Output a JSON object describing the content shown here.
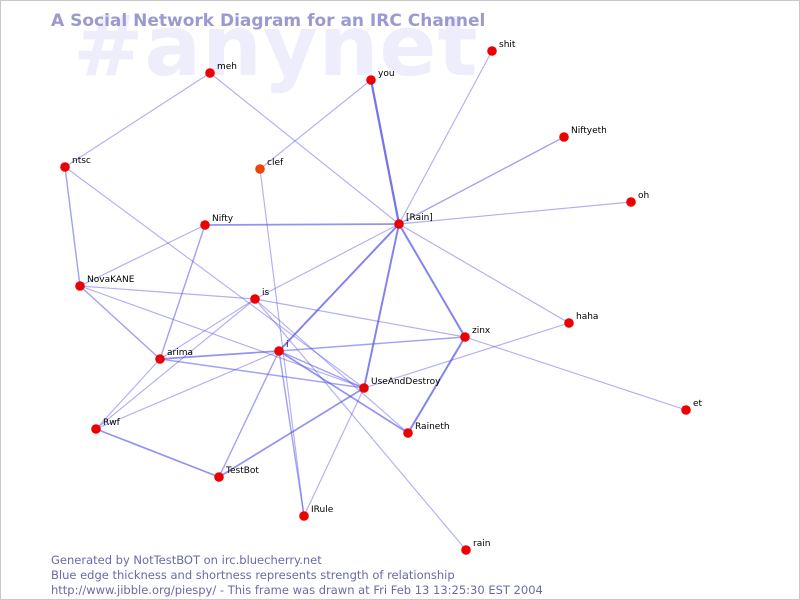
{
  "watermark": "#anynet",
  "title": "A Social Network Diagram for an IRC Channel",
  "footer": {
    "line1": "Generated by NotTestBOT on irc.bluecherry.net",
    "line2": "Blue edge thickness and shortness represents strength of relationship",
    "line3": "http://www.jibble.org/piespy/ - This frame was drawn at Fri Feb 13 13:25:30 EST 2004"
  },
  "colors": {
    "node": "#ee0000",
    "node_weak": "#ee4400",
    "edge": "#5050e8",
    "watermark": "#ededfb",
    "title": "#9a9ad2",
    "footer": "#6a6aa8"
  },
  "graph": {
    "nodes": [
      {
        "id": "meh",
        "label": "meh"
      },
      {
        "id": "you",
        "label": "you"
      },
      {
        "id": "shit",
        "label": "shit"
      },
      {
        "id": "ntsc",
        "label": "ntsc"
      },
      {
        "id": "clef",
        "label": "clef"
      },
      {
        "id": "Niftyeth",
        "label": "Niftyeth"
      },
      {
        "id": "oh",
        "label": "oh"
      },
      {
        "id": "Nifty",
        "label": "Nifty"
      },
      {
        "id": "Rainj",
        "label": "[Rain]"
      },
      {
        "id": "NovaKANE",
        "label": "NovaKANE"
      },
      {
        "id": "is",
        "label": "is"
      },
      {
        "id": "haha",
        "label": "haha"
      },
      {
        "id": "zinx",
        "label": "zinx"
      },
      {
        "id": "i",
        "label": "i"
      },
      {
        "id": "arima",
        "label": "arima"
      },
      {
        "id": "UseAndDestroy",
        "label": "UseAndDestroy"
      },
      {
        "id": "et",
        "label": "et"
      },
      {
        "id": "Rwf",
        "label": "Rwf"
      },
      {
        "id": "Raineth",
        "label": "Raineth"
      },
      {
        "id": "TestBot",
        "label": "TestBot"
      },
      {
        "id": "IRule",
        "label": "IRule"
      },
      {
        "id": "rain",
        "label": "rain"
      }
    ],
    "edges": [
      {
        "a": "meh",
        "b": "ntsc",
        "w": 1
      },
      {
        "a": "meh",
        "b": "Rainj",
        "w": 1
      },
      {
        "a": "you",
        "b": "Rainj",
        "w": 3
      },
      {
        "a": "you",
        "b": "clef",
        "w": 1
      },
      {
        "a": "shit",
        "b": "Rainj",
        "w": 1
      },
      {
        "a": "Niftyeth",
        "b": "Rainj",
        "w": 1.5
      },
      {
        "a": "oh",
        "b": "Rainj",
        "w": 1
      },
      {
        "a": "Nifty",
        "b": "Rainj",
        "w": 2
      },
      {
        "a": "Nifty",
        "b": "NovaKANE",
        "w": 1
      },
      {
        "a": "Nifty",
        "b": "arima",
        "w": 1.5
      },
      {
        "a": "ntsc",
        "b": "NovaKANE",
        "w": 1.5
      },
      {
        "a": "ntsc",
        "b": "UseAndDestroy",
        "w": 1
      },
      {
        "a": "clef",
        "b": "IRule",
        "w": 1
      },
      {
        "a": "Rainj",
        "b": "i",
        "w": 2.5
      },
      {
        "a": "Rainj",
        "b": "UseAndDestroy",
        "w": 2.5
      },
      {
        "a": "Rainj",
        "b": "zinx",
        "w": 2.5
      },
      {
        "a": "Rainj",
        "b": "haha",
        "w": 1
      },
      {
        "a": "Rainj",
        "b": "is",
        "w": 1
      },
      {
        "a": "NovaKANE",
        "b": "is",
        "w": 1
      },
      {
        "a": "NovaKANE",
        "b": "arima",
        "w": 1.5
      },
      {
        "a": "NovaKANE",
        "b": "UseAndDestroy",
        "w": 1
      },
      {
        "a": "is",
        "b": "arima",
        "w": 1
      },
      {
        "a": "is",
        "b": "Rwf",
        "w": 1
      },
      {
        "a": "is",
        "b": "zinx",
        "w": 1
      },
      {
        "a": "is",
        "b": "Raineth",
        "w": 1
      },
      {
        "a": "is",
        "b": "rain",
        "w": 1
      },
      {
        "a": "i",
        "b": "arima",
        "w": 2
      },
      {
        "a": "i",
        "b": "zinx",
        "w": 1.5
      },
      {
        "a": "i",
        "b": "UseAndDestroy",
        "w": 1.5
      },
      {
        "a": "i",
        "b": "Raineth",
        "w": 2
      },
      {
        "a": "i",
        "b": "TestBot",
        "w": 1.5
      },
      {
        "a": "i",
        "b": "IRule",
        "w": 1.5
      },
      {
        "a": "i",
        "b": "Rwf",
        "w": 1
      },
      {
        "a": "arima",
        "b": "UseAndDestroy",
        "w": 1.5
      },
      {
        "a": "arima",
        "b": "Rwf",
        "w": 1
      },
      {
        "a": "Rwf",
        "b": "TestBot",
        "w": 2
      },
      {
        "a": "UseAndDestroy",
        "b": "TestBot",
        "w": 2
      },
      {
        "a": "UseAndDestroy",
        "b": "IRule",
        "w": 1
      },
      {
        "a": "UseAndDestroy",
        "b": "haha",
        "w": 1
      },
      {
        "a": "zinx",
        "b": "Raineth",
        "w": 2.5
      },
      {
        "a": "zinx",
        "b": "et",
        "w": 1
      }
    ]
  }
}
